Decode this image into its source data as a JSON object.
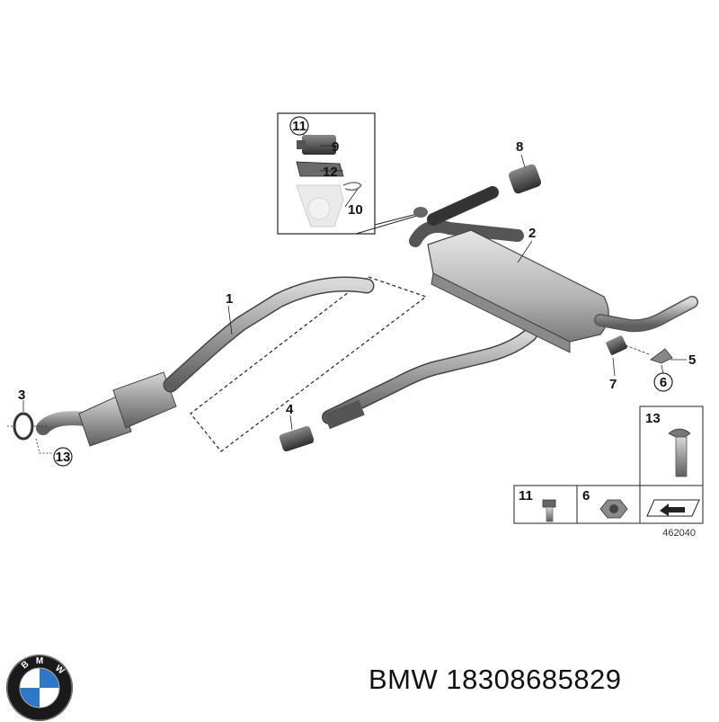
{
  "diagram": {
    "callouts": {
      "c1": "1",
      "c2": "2",
      "c3": "3",
      "c4": "4",
      "c5": "5",
      "c6": "6",
      "c7": "7",
      "c8": "8",
      "c9": "9",
      "c10": "10",
      "c11": "11",
      "c12": "12",
      "c13": "13"
    },
    "legend": {
      "top_right_num": "13",
      "box1_num": "11",
      "box2_num": "6"
    },
    "ref_number": "462040"
  },
  "footer": {
    "brand": "BMW",
    "part_number": "18308685829",
    "logo_letters": "BMW"
  }
}
